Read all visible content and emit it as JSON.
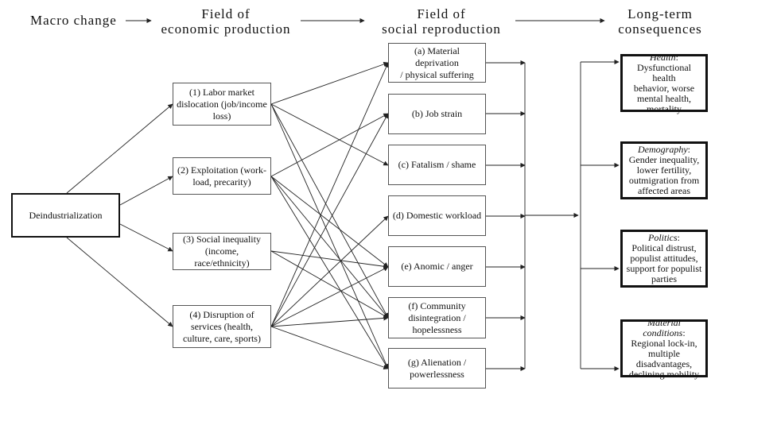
{
  "headers": {
    "macro": "Macro change",
    "economic": [
      "Field of",
      "economic production"
    ],
    "social": [
      "Field of",
      "social reproduction"
    ],
    "longterm": [
      "Long-term",
      "consequences"
    ]
  },
  "macro_box": "Deindustrialization",
  "economic_boxes": [
    [
      "(1) Labor market",
      "dislocation (job/income",
      "loss)"
    ],
    [
      "(2) Exploitation (work-",
      "load, precarity)"
    ],
    [
      "(3) Social inequality",
      "(income, race/ethnicity)"
    ],
    [
      "(4) Disruption of",
      "services (health,",
      "culture, care, sports)"
    ]
  ],
  "social_boxes": [
    [
      "(a) Material deprivation",
      "/ physical suffering"
    ],
    [
      "(b) Job strain"
    ],
    [
      "(c) Fatalism / shame"
    ],
    [
      "(d) Domestic workload"
    ],
    [
      "(e) Anomic / anger"
    ],
    [
      "(f) Community",
      "disintegration /",
      "hopelessness"
    ],
    [
      "(g) Alienation /",
      "powerlessness"
    ]
  ],
  "consequence_boxes": [
    {
      "title": "Health",
      "body": [
        "Dysfunctional health",
        "behavior, worse",
        "mental health,",
        "mortality"
      ]
    },
    {
      "title": "Demography",
      "body": [
        "Gender inequality,",
        "lower fertility,",
        "outmigration from",
        "affected areas"
      ]
    },
    {
      "title": "Politics",
      "body": [
        "Political distrust,",
        "populist attitudes,",
        "support for populist",
        "parties"
      ]
    },
    {
      "title": "Material conditions",
      "body": [
        "Regional lock-in,",
        "multiple",
        "disadvantages,",
        "declining mobility"
      ]
    }
  ],
  "links": {
    "economic_to_social": [
      [
        0,
        0
      ],
      [
        0,
        2
      ],
      [
        0,
        5
      ],
      [
        0,
        6
      ],
      [
        1,
        1
      ],
      [
        1,
        4
      ],
      [
        1,
        5
      ],
      [
        1,
        6
      ],
      [
        2,
        4
      ],
      [
        2,
        5
      ],
      [
        3,
        0
      ],
      [
        3,
        1
      ],
      [
        3,
        3
      ],
      [
        3,
        4
      ],
      [
        3,
        5
      ],
      [
        3,
        6
      ]
    ]
  },
  "colors": {
    "line": "#222222",
    "box_border": "#555555",
    "bold_border": "#111111"
  }
}
